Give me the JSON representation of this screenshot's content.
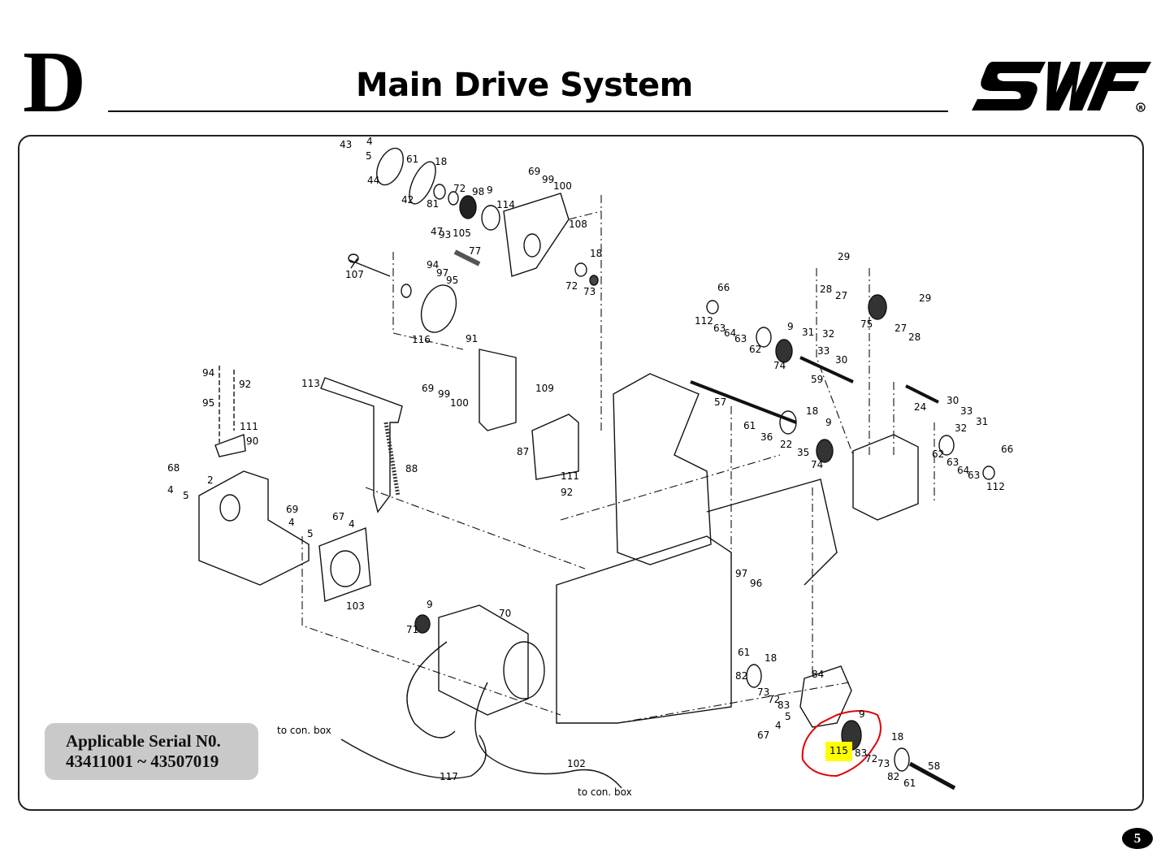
{
  "header": {
    "section_letter": "D",
    "title": "Main Drive System",
    "logo_text": "SWF",
    "logo_mark": "®"
  },
  "serial_info": {
    "line1": "Applicable Serial N0.",
    "line2": "43411001 ~ 43507019"
  },
  "highlight": {
    "part_number": "115",
    "highlight_color": "#ffff00",
    "circle_color": "#e00000"
  },
  "page_number": "5",
  "cable_notes": {
    "left": "to con. box",
    "right": "to con. box"
  },
  "part_labels": [
    "43",
    "4",
    "5",
    "44",
    "61",
    "18",
    "42",
    "81",
    "72",
    "98",
    "9",
    "114",
    "69",
    "99",
    "100",
    "108",
    "47",
    "93",
    "105",
    "77",
    "94",
    "97",
    "95",
    "107",
    "116",
    "91",
    "72",
    "73",
    "18",
    "94",
    "92",
    "95",
    "111",
    "90",
    "113",
    "88",
    "68",
    "4",
    "5",
    "2",
    "69",
    "4",
    "5",
    "67",
    "4",
    "103",
    "69",
    "99",
    "100",
    "109",
    "87",
    "111",
    "92",
    "66",
    "112",
    "63",
    "64",
    "63",
    "62",
    "9",
    "74",
    "31",
    "32",
    "33",
    "30",
    "59",
    "29",
    "28",
    "27",
    "75",
    "27",
    "29",
    "28",
    "57",
    "61",
    "36",
    "22",
    "18",
    "35",
    "9",
    "74",
    "24",
    "30",
    "33",
    "32",
    "31",
    "62",
    "63",
    "64",
    "63",
    "66",
    "112",
    "97",
    "96",
    "9",
    "71",
    "70",
    "117",
    "102",
    "61",
    "18",
    "82",
    "73",
    "72",
    "83",
    "84",
    "67",
    "4",
    "5",
    "9",
    "83",
    "72",
    "73",
    "18",
    "82",
    "61",
    "58"
  ]
}
